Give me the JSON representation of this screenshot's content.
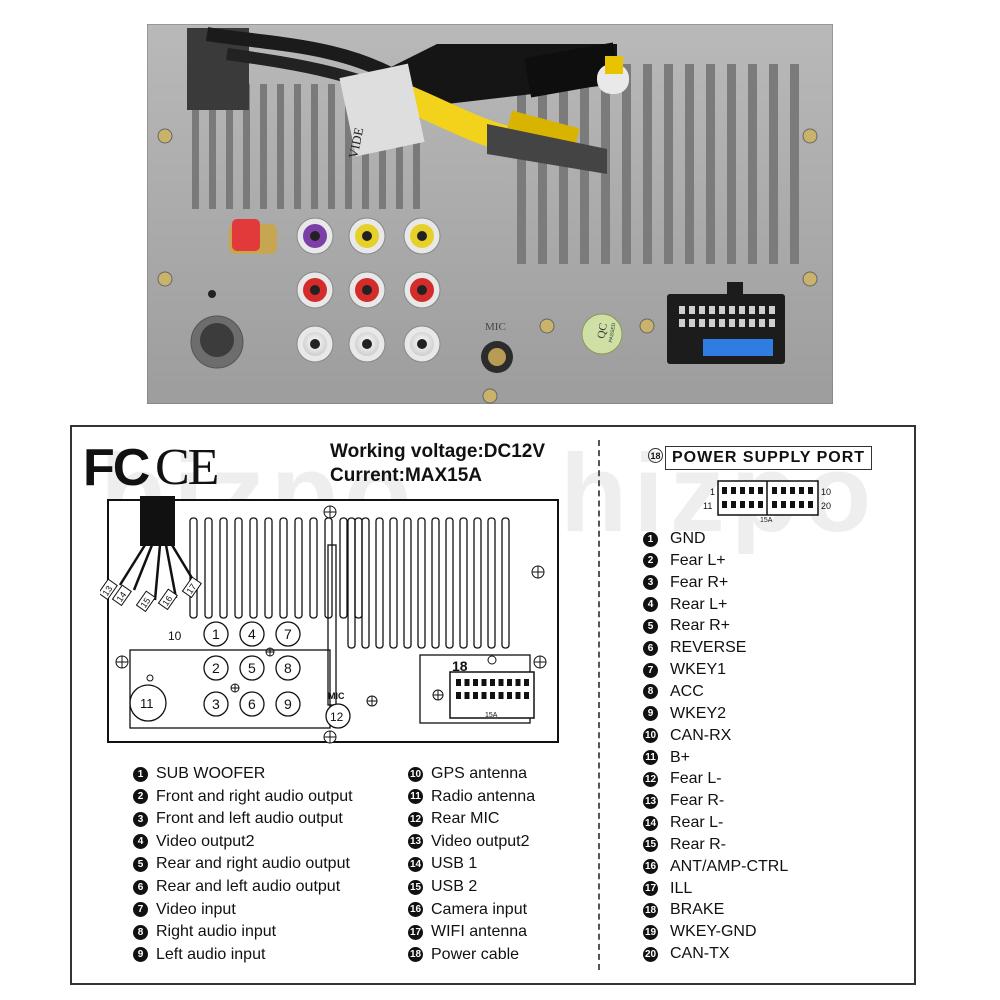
{
  "photo": {
    "cable_label": "VIDE",
    "mic_label": "MIC",
    "qc_label": "QC",
    "qc_sub": "PASSED"
  },
  "header": {
    "fcc": "FC",
    "ce": "CE",
    "voltage": "Working voltage:DC12V",
    "current": "Current:MAX15A",
    "watermark_left": "hizpo",
    "watermark_right": "hizpo"
  },
  "diagram": {
    "mic_label": "MIC",
    "block_label": "18",
    "fuse_label": "15A",
    "cable_numbers": [
      "13",
      "14",
      "15",
      "16",
      "17"
    ],
    "jack_numbers": [
      "1",
      "2",
      "3",
      "4",
      "5",
      "6",
      "7",
      "8",
      "9"
    ],
    "extra_numbers": [
      "10",
      "11",
      "12"
    ]
  },
  "legend_left": [
    {
      "n": "1",
      "label": "SUB WOOFER"
    },
    {
      "n": "2",
      "label": "Front and right audio output"
    },
    {
      "n": "3",
      "label": "Front and left audio output"
    },
    {
      "n": "4",
      "label": "Video output2"
    },
    {
      "n": "5",
      "label": "Rear  and right audio output"
    },
    {
      "n": "6",
      "label": "Rear and left audio output"
    },
    {
      "n": "7",
      "label": "Video input"
    },
    {
      "n": "8",
      "label": "Right audio input"
    },
    {
      "n": "9",
      "label": "Left audio input"
    }
  ],
  "legend_mid": [
    {
      "n": "10",
      "label": "GPS antenna"
    },
    {
      "n": "11",
      "label": "Radio antenna"
    },
    {
      "n": "12",
      "label": "Rear MIC"
    },
    {
      "n": "13",
      "label": "Video output2"
    },
    {
      "n": "14",
      "label": "USB 1"
    },
    {
      "n": "15",
      "label": "USB 2"
    },
    {
      "n": "16",
      "label": "Camera input"
    },
    {
      "n": "17",
      "label": "WIFI antenna"
    },
    {
      "n": "18",
      "label": "Power cable"
    }
  ],
  "power_port": {
    "title_num": "18",
    "title": "POWER SUPPLY PORT",
    "pin_1": "1",
    "pin_10": "10",
    "pin_11": "11",
    "pin_20": "20",
    "fuse": "15A",
    "pins": [
      {
        "n": "1",
        "label": "GND"
      },
      {
        "n": "2",
        "label": "Fear L+"
      },
      {
        "n": "3",
        "label": "Fear R+"
      },
      {
        "n": "4",
        "label": "Rear L+"
      },
      {
        "n": "5",
        "label": "Rear R+"
      },
      {
        "n": "6",
        "label": "REVERSE"
      },
      {
        "n": "7",
        "label": "WKEY1"
      },
      {
        "n": "8",
        "label": "ACC"
      },
      {
        "n": "9",
        "label": "WKEY2"
      },
      {
        "n": "10",
        "label": "CAN-RX"
      },
      {
        "n": "11",
        "label": "B+"
      },
      {
        "n": "12",
        "label": "Fear L-"
      },
      {
        "n": "13",
        "label": "Fear R-"
      },
      {
        "n": "14",
        "label": "Rear L-"
      },
      {
        "n": "15",
        "label": "Rear R-"
      },
      {
        "n": "16",
        "label": "ANT/AMP-CTRL"
      },
      {
        "n": "17",
        "label": "ILL"
      },
      {
        "n": "18",
        "label": "BRAKE"
      },
      {
        "n": "19",
        "label": "WKEY-GND"
      },
      {
        "n": "20",
        "label": "CAN-TX"
      }
    ]
  }
}
